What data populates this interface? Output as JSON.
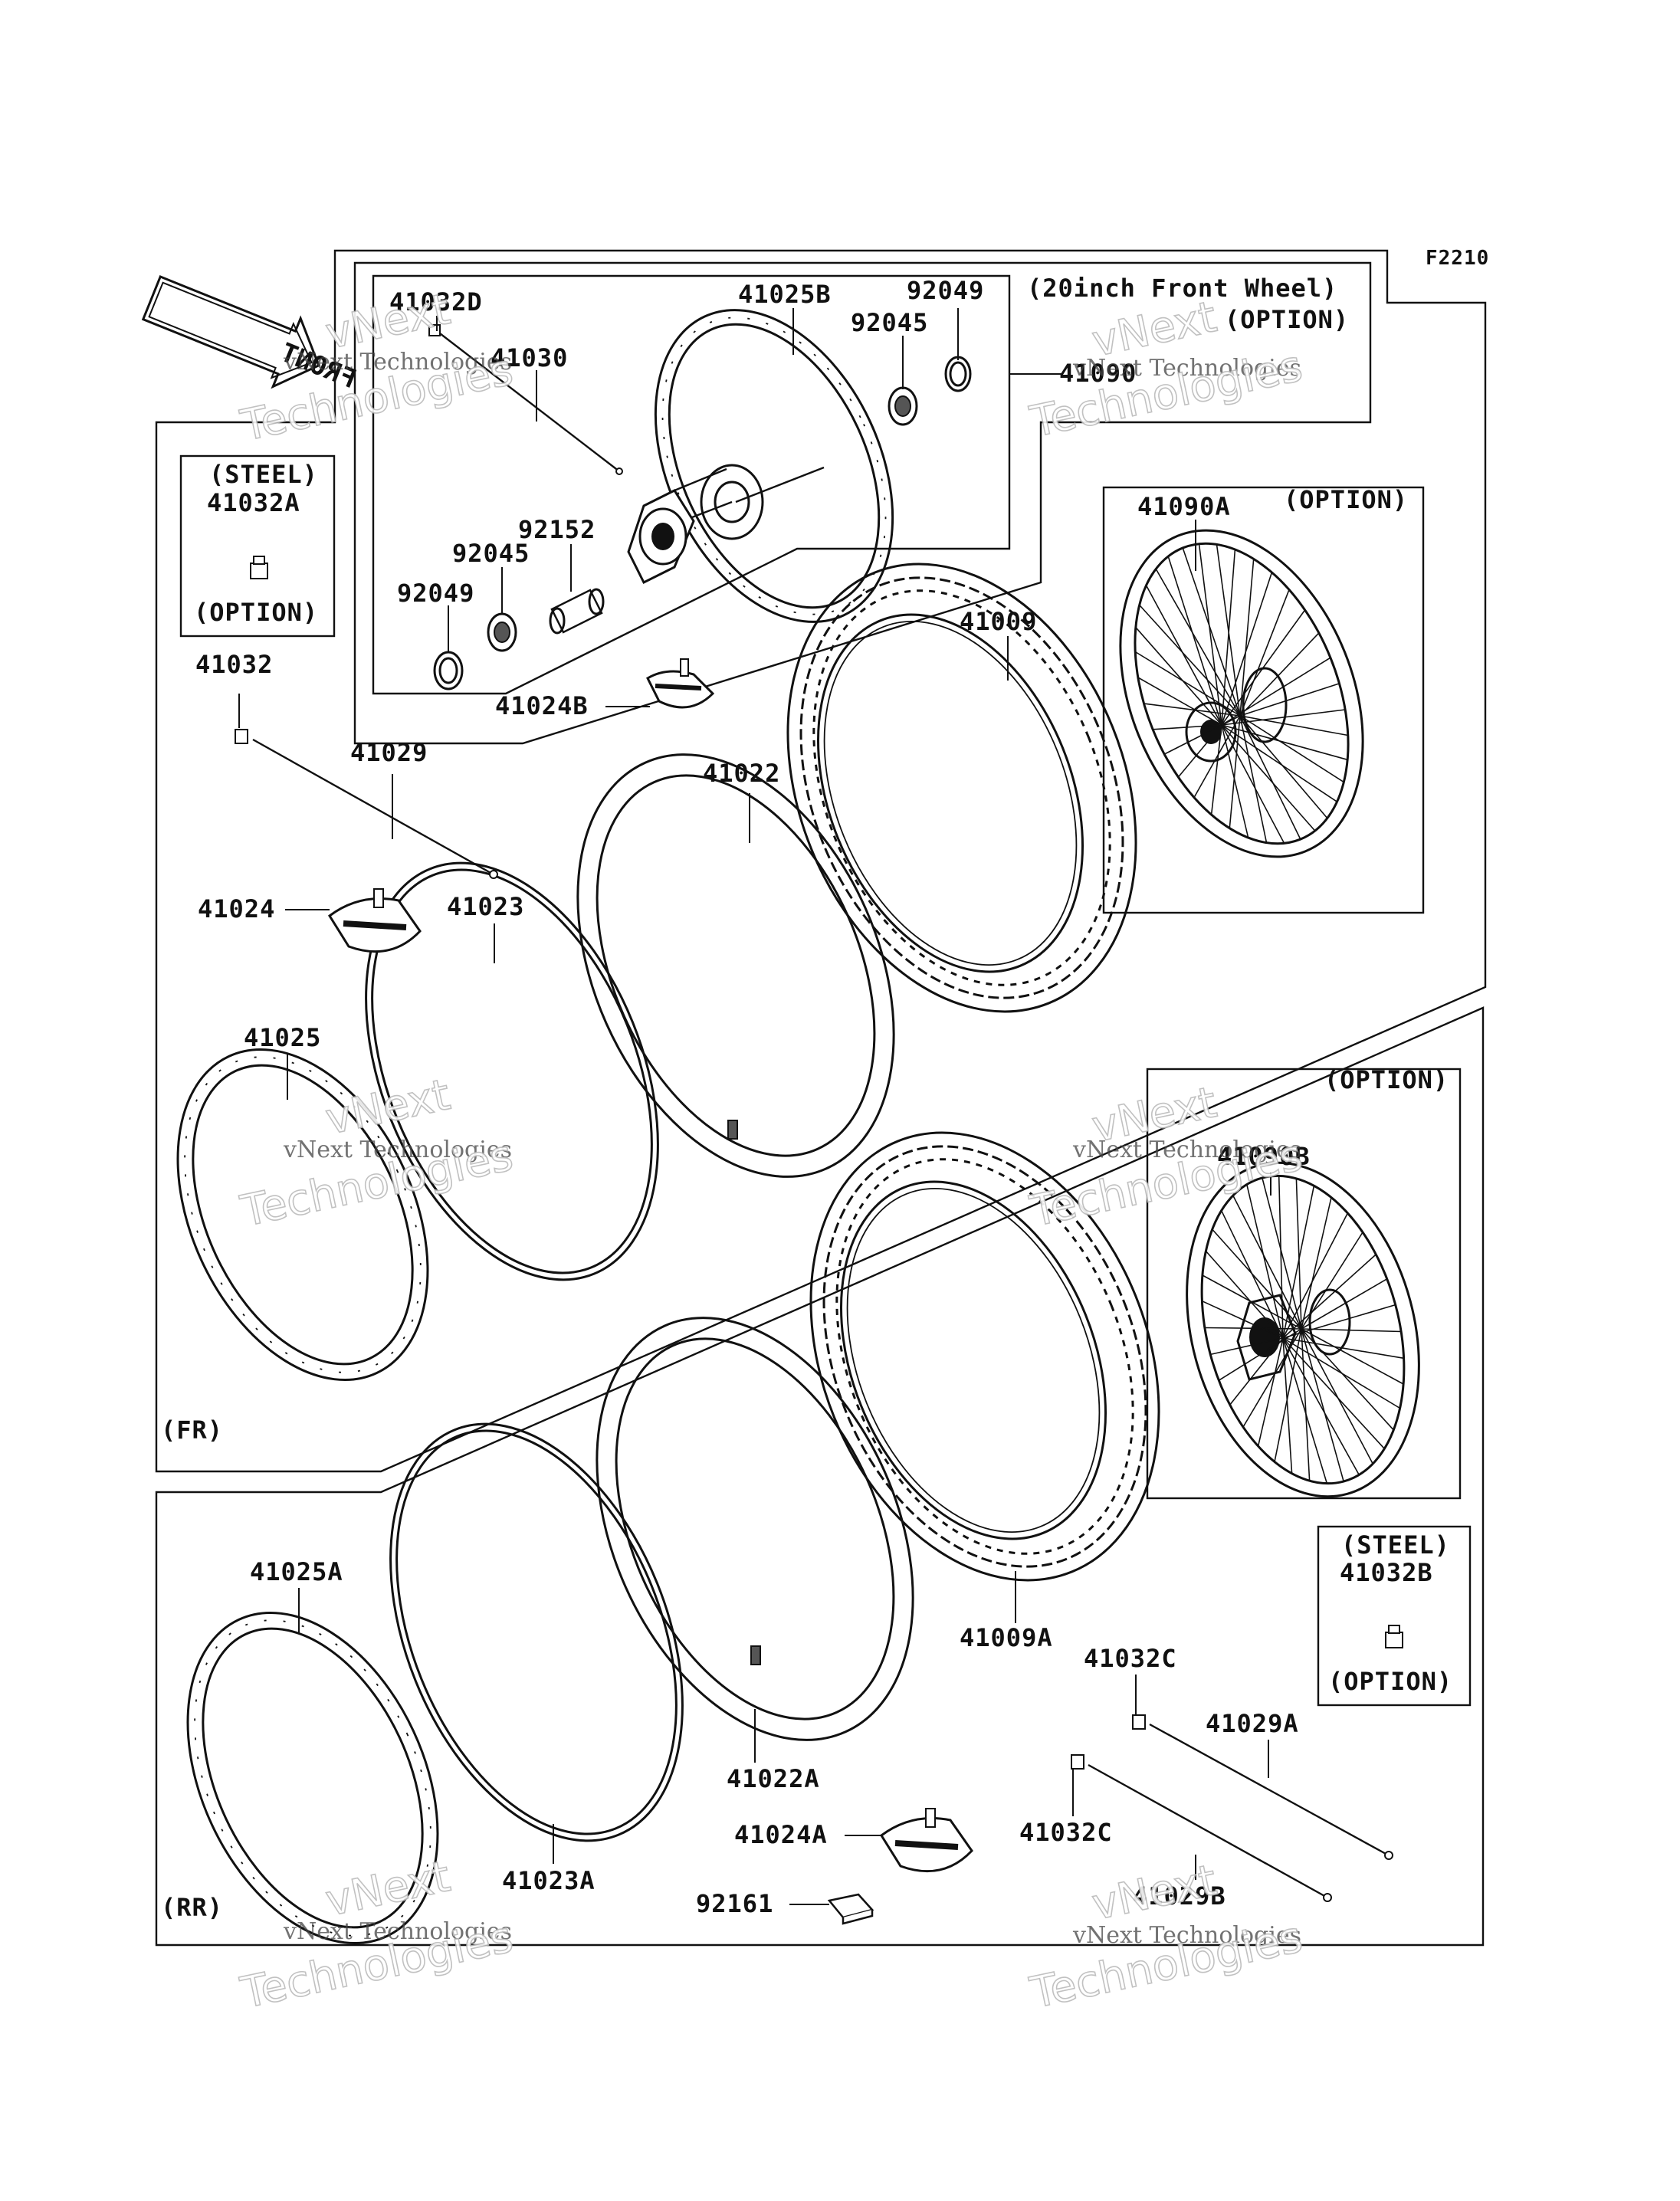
{
  "diagram": {
    "code": "F2210",
    "front_arrow": "FRONT",
    "option_title": "(20inch Front Wheel)",
    "option_sub": "(OPTION)",
    "section_fr": "(FR)",
    "section_rr": "(RR)",
    "steel_box_a": {
      "top": "(STEEL)",
      "part": "41032A",
      "bottom": "(OPTION)"
    },
    "steel_box_b": {
      "top": "(STEEL)",
      "part": "41032B",
      "bottom": "(OPTION)"
    },
    "option_a_label": "(OPTION)",
    "option_b_label": "(OPTION)",
    "watermark_line1": "vNext Technologies",
    "watermark_line2": "Technologies",
    "watermark_line3": "vNext"
  },
  "parts": [
    {
      "id": "p41032D",
      "label": "41032D"
    },
    {
      "id": "p41030",
      "label": "41030"
    },
    {
      "id": "p41025B",
      "label": "41025B"
    },
    {
      "id": "p92049a",
      "label": "92049"
    },
    {
      "id": "p92045a",
      "label": "92045"
    },
    {
      "id": "p41090",
      "label": "41090"
    },
    {
      "id": "p92152",
      "label": "92152"
    },
    {
      "id": "p92045b",
      "label": "92045"
    },
    {
      "id": "p92049b",
      "label": "92049"
    },
    {
      "id": "p41024B",
      "label": "41024B"
    },
    {
      "id": "p41009",
      "label": "41009"
    },
    {
      "id": "p41090A",
      "label": "41090A"
    },
    {
      "id": "p41032",
      "label": "41032"
    },
    {
      "id": "p41029",
      "label": "41029"
    },
    {
      "id": "p41022",
      "label": "41022"
    },
    {
      "id": "p41024",
      "label": "41024"
    },
    {
      "id": "p41023",
      "label": "41023"
    },
    {
      "id": "p41025",
      "label": "41025"
    },
    {
      "id": "p41090B",
      "label": "41090B"
    },
    {
      "id": "p41025A",
      "label": "41025A"
    },
    {
      "id": "p41009A",
      "label": "41009A"
    },
    {
      "id": "p41032C1",
      "label": "41032C"
    },
    {
      "id": "p41029A",
      "label": "41029A"
    },
    {
      "id": "p41022A",
      "label": "41022A"
    },
    {
      "id": "p41024A",
      "label": "41024A"
    },
    {
      "id": "p41032C2",
      "label": "41032C"
    },
    {
      "id": "p41023A",
      "label": "41023A"
    },
    {
      "id": "p92161",
      "label": "92161"
    },
    {
      "id": "p41029B",
      "label": "41029B"
    }
  ]
}
